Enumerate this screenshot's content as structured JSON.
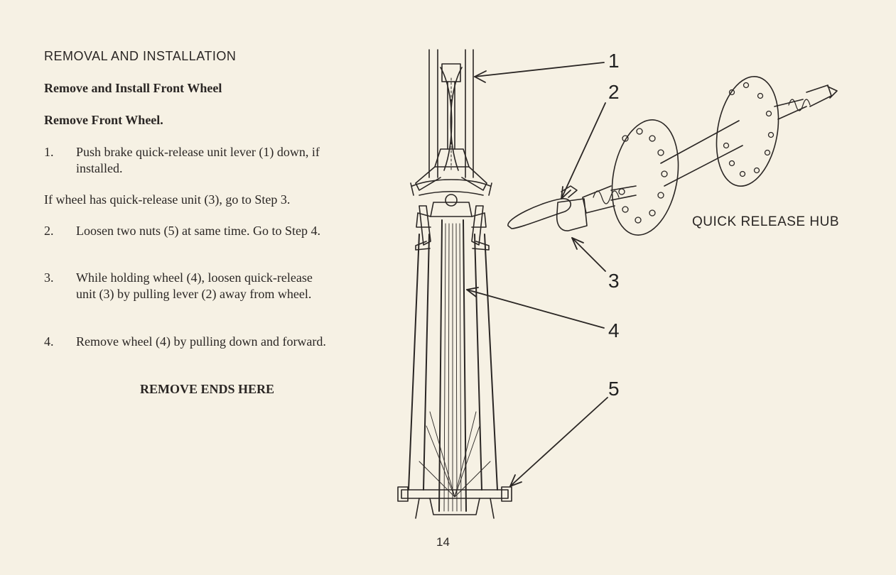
{
  "section_title": "REMOVAL AND INSTALLATION",
  "subsection_title": "Remove and Install Front Wheel",
  "procedure_title": "Remove Front Wheel.",
  "steps_a": [
    {
      "num": "1.",
      "text": "Push brake quick-release unit lever (1) down, if installed."
    }
  ],
  "conditional_note": "If wheel has quick-release unit (3), go to Step 3.",
  "steps_b": [
    {
      "num": "2.",
      "text": "Loosen two nuts (5) at same time.  Go to Step 4."
    },
    {
      "num": "3.",
      "text": "While holding wheel (4), loosen quick-release unit (3) by pulling lever (2) away from wheel."
    },
    {
      "num": "4.",
      "text": "Remove wheel (4) by pulling down and forward."
    }
  ],
  "end_note": "REMOVE ENDS HERE",
  "figure": {
    "callouts": [
      "1",
      "2",
      "3",
      "4",
      "5"
    ],
    "hub_caption": "QUICK RELEASE HUB"
  },
  "page_number": "14",
  "colors": {
    "paper": "#f6f1e4",
    "ink": "#2a2624"
  }
}
